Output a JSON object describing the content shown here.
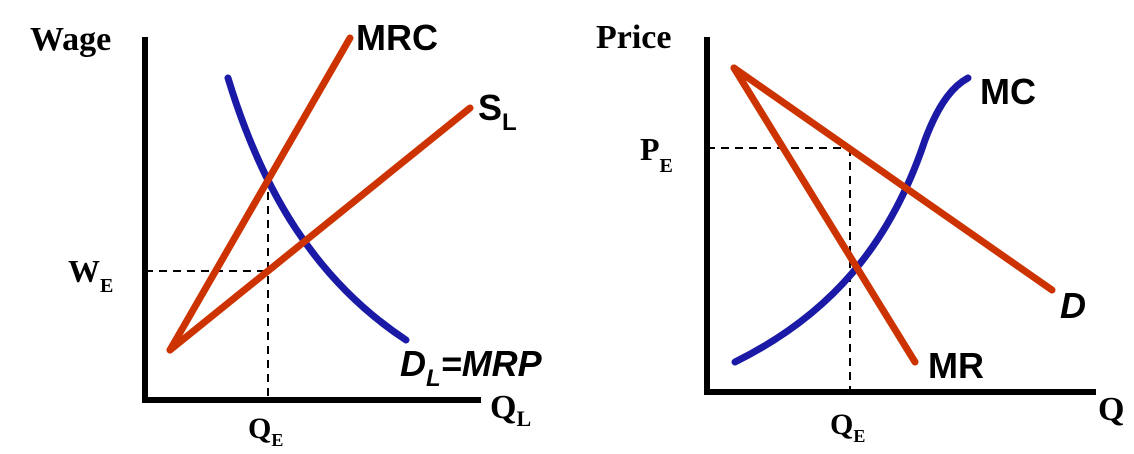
{
  "colors": {
    "curve_red": "#cc3300",
    "curve_blue": "#1a1aa6",
    "axis": "#000000",
    "background": "#ffffff"
  },
  "left_panel": {
    "y_axis_label": "Wage",
    "x_axis_label": "Q",
    "x_axis_label_sub": "L",
    "wage_marker": "W",
    "wage_marker_sub": "E",
    "qty_marker": "Q",
    "qty_marker_sub": "E",
    "curve_mrc": "MRC",
    "curve_supply": "S",
    "curve_supply_sub": "L",
    "curve_demand": "D",
    "curve_demand_sub": "L",
    "curve_demand_suffix": "=MRP"
  },
  "right_panel": {
    "y_axis_label": "Price",
    "x_axis_label": "Q",
    "price_marker": "P",
    "price_marker_sub": "E",
    "qty_marker": "Q",
    "qty_marker_sub": "E",
    "curve_mc": "MC",
    "curve_demand": "D",
    "curve_mr": "MR"
  }
}
